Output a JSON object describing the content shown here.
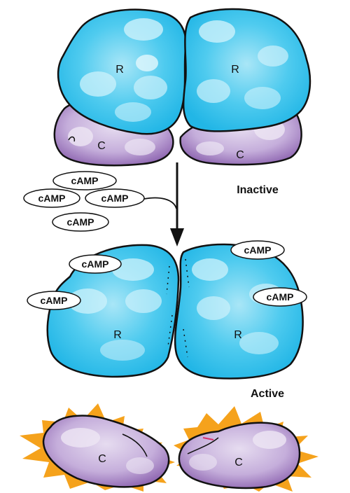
{
  "labels": {
    "regulatory": "R",
    "catalytic": "C",
    "camp": "cAMP",
    "inactive": "Inactive",
    "active": "Active"
  },
  "colors": {
    "regulatory_fill": "#3cc4ec",
    "regulatory_light": "#bfeefa",
    "catalytic_fill": "#c9b3dc",
    "catalytic_dark": "#7a4f9c",
    "burst": "#f5a21c",
    "outline": "#111111"
  }
}
